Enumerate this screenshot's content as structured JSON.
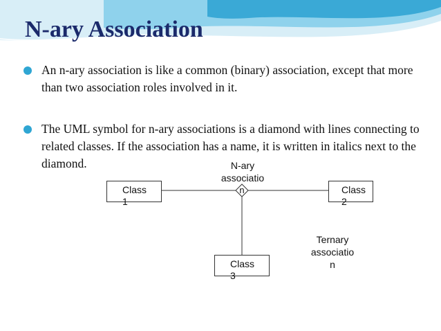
{
  "slide": {
    "title": "N-ary Association",
    "bullets": [
      {
        "text": "An n-ary association is like a common (binary) association, except that more than two association roles involved in it."
      },
      {
        "text": "The UML symbol for n-ary associations is a diamond with lines connecting to related classes. If the association has a name, it is written in italics next to the diamond."
      }
    ]
  },
  "diagram": {
    "class1": "Class 1",
    "class2": "Class 2",
    "class3": "Class 3",
    "association_label_top": "N-ary associatio",
    "association_label_n": "n",
    "ternary_label": "Ternary associatio n"
  },
  "colors": {
    "title": "#1b2a6b",
    "bullet": "#2fa6d3",
    "wave_light": "#bfe3f2",
    "wave_mid": "#6cc5e6",
    "wave_dark": "#2f9fd0"
  }
}
